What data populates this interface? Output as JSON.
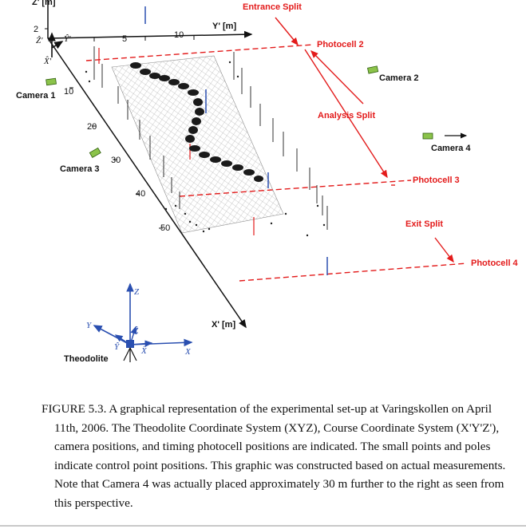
{
  "figure": {
    "labels": {
      "entrance_split": "Entrance Split",
      "photocell2": "Photocell 2",
      "camera2": "Camera 2",
      "analysis_split": "Analysis Split",
      "camera4": "Camera 4",
      "photocell3": "Photocell 3",
      "exit_split": "Exit Split",
      "photocell4": "Photocell 4",
      "camera1": "Camera 1",
      "camera3": "Camera 3",
      "theodolite": "Theodolite",
      "y_prime_axis": "Y' [m]",
      "x_prime_axis": "X' [m]",
      "z_axis_top": "Z' [m]"
    },
    "ticks": {
      "y": [
        "5",
        "10"
      ],
      "x": [
        "10",
        "20",
        "30",
        "40",
        "50"
      ],
      "z": [
        "2"
      ]
    },
    "glyphs": {
      "z_hat_prime": "Ẑ'",
      "y_hat_prime": "Ŷ'",
      "x_hat_prime": "X̂'",
      "z": "Z",
      "y": "Y",
      "x": "X",
      "z_hat": "Ẑ",
      "y_hat": "Ŷ",
      "x_hat": "X̂"
    },
    "colors": {
      "red": "#e31b1b",
      "blue": "#2a4fb0",
      "green": "#8bc34a"
    }
  },
  "caption": {
    "text": "FIGURE 5.3. A graphical representation of the experimental set-up at Varingskollen on April 11th, 2006. The Theodolite Coordinate System (XYZ), Course Coordinate System (X'Y'Z'), camera positions, and timing photocell positions are indicated. The small points and poles indicate control point positions. This graphic was constructed based on actual measurements. Note that Camera 4 was actually placed approximately 30 m further to the right as seen from this perspective."
  }
}
